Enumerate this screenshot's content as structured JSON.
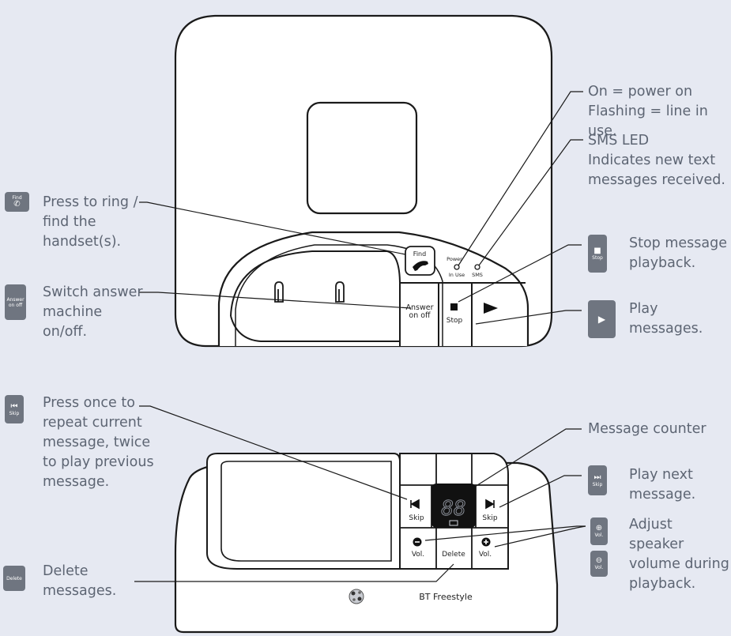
{
  "callouts": {
    "find": "Press to ring /\nfind the\nhandset(s).",
    "answer": "Switch answer\nmachine\non/off.",
    "power": "On = power on\nFlashing = line in use.",
    "sms": "SMS LED\nIndicates new text\nmessages received.",
    "stop": "Stop message\nplayback.",
    "play": "Play messages.",
    "skip_back": "Press once to\nrepeat current\nmessage, twice\nto play previous\nmessage.",
    "counter": "Message counter",
    "skip_next": "Play next\nmessage.",
    "volume": "Adjust speaker\nvolume during\nplayback.",
    "delete": "Delete\nmessages."
  },
  "keys": {
    "find": "Find",
    "answer": "Answer\non  off",
    "stop": "Stop",
    "skip": "Skip",
    "vol": "Vol.",
    "delete": "Delete"
  },
  "device_top": {
    "find_label": "Find",
    "power_label": "Power",
    "in_use_label": "In Use",
    "sms_label": "SMS",
    "answer_label_1": "Answer",
    "answer_label_2": "on  off",
    "stop_label": "Stop"
  },
  "device_front": {
    "display_digits": "88",
    "skip_label": "Skip",
    "vol_label": "Vol.",
    "delete_label": "Delete",
    "brand": "BT Freestyle"
  },
  "icons": [
    "phone-icon",
    "stop-icon",
    "play-icon",
    "skip-back-icon",
    "skip-next-icon",
    "minus-icon",
    "plus-icon",
    "envelope-icon",
    "bt-logo-icon"
  ],
  "colors": {
    "background": "#e6e9f2",
    "text": "#5d6573",
    "outline": "#1a1a1a",
    "key_fill": "#6f7580"
  }
}
